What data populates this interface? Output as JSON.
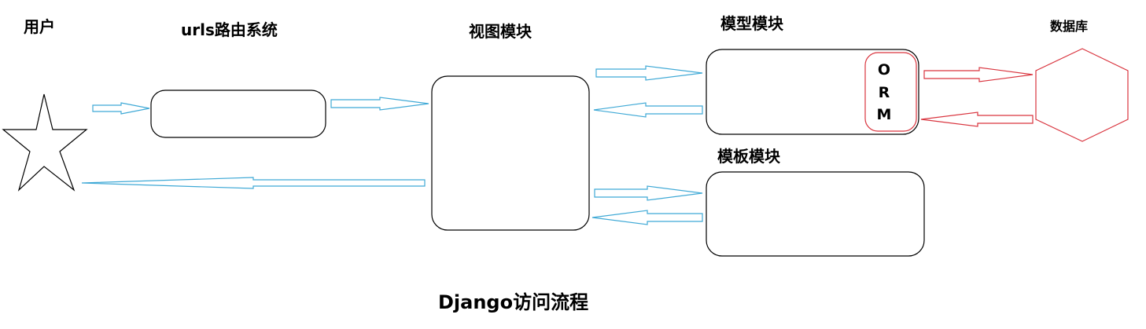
{
  "labels": {
    "user": "用户",
    "urls": "urls路由系统",
    "views": "视图模块",
    "models": "模型模块",
    "database": "数据库",
    "templates": "模板模块",
    "title": "Django访问流程"
  },
  "orm_letters": [
    "O",
    "R",
    "M"
  ],
  "colors": {
    "arrow_blue": "#3fa9d6",
    "orm_red": "#d9343e",
    "outline": "#000000",
    "background": "#ffffff"
  }
}
